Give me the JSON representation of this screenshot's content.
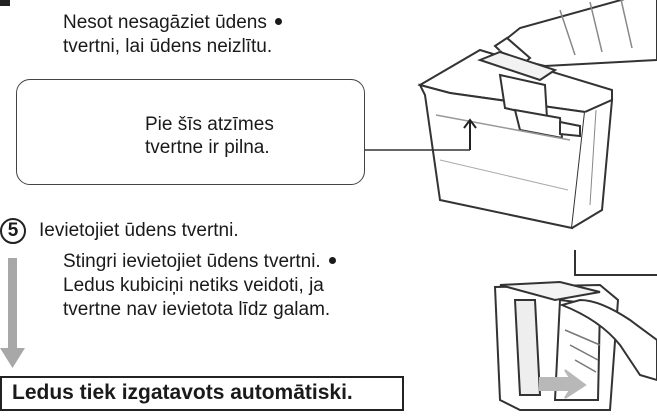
{
  "note1": {
    "line1": "Nesot nesagāziet ūdens",
    "line2": "tvertni, lai ūdens neizlītu."
  },
  "callout": {
    "line1": "Pie šīs atzīmes",
    "line2": "tvertne ir pilna."
  },
  "step5": {
    "number": "5",
    "title": "Ievietojiet ūdens tvertni.",
    "line1": "Stingri ievietojiet ūdens tvertni.",
    "line2": "Ledus kubiciņi netiks veidoti, ja",
    "line3": "tvertne nav ievietota līdz galam."
  },
  "summary": "Ledus tiek izgatavots automātiski.",
  "colors": {
    "ink": "#1a1a1a",
    "flow_arrow": "#a8a8a8"
  }
}
